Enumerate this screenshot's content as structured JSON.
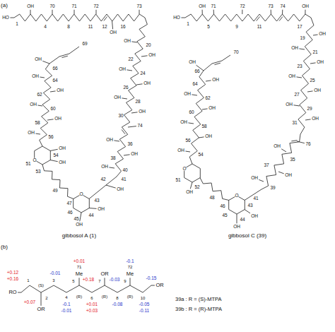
{
  "diagram": {
    "labels": [
      "(a)",
      "HO",
      "1",
      "OH",
      "4",
      "70",
      "8",
      "71",
      "11",
      "72",
      "12",
      "OH",
      "16",
      "73",
      "OH",
      "20",
      "OH",
      "22",
      "OH",
      "24",
      "OH",
      "26",
      "OH",
      "28",
      "OH",
      "30",
      "74",
      "OH",
      "36",
      "OH",
      "38",
      "OH",
      "40",
      "41",
      "42",
      "OH",
      "O",
      "43",
      "44",
      "OH",
      "OH",
      "45",
      "46",
      "47",
      "49",
      "O",
      "51",
      "53",
      "OH",
      "54",
      "OH",
      "OH",
      "56",
      "OH",
      "58",
      "OH",
      "60",
      "OH",
      "62",
      "OH",
      "64",
      "66",
      "OH",
      "69",
      "gibbosol A (1)",
      "HO",
      "1",
      "OH",
      "5",
      "71",
      "9",
      "72",
      "11",
      "73",
      "74",
      "17",
      "OH",
      "OH",
      "19",
      "OH",
      "21",
      "OH",
      "23",
      "OH",
      "25",
      "OH",
      "27",
      "OH",
      "29",
      "OH",
      "31",
      "76",
      "OH",
      "35",
      "OH",
      "37",
      "OH",
      "39",
      "O",
      "41",
      "43",
      "OH",
      "44",
      "OH",
      "45",
      "46",
      "48",
      "O",
      "51",
      "OH",
      "52",
      "OH",
      "54",
      "OH",
      "56",
      "OH",
      "58",
      "OH",
      "60",
      "OH",
      "62",
      "OH",
      "64",
      "66",
      "OH",
      "70",
      "gibbosol C (39)",
      "(b)",
      "RO",
      "1",
      "+0.12",
      "+0.16",
      "+0.07",
      "(S)",
      "2",
      "OR",
      "3",
      "-0.01",
      "4",
      "-0.1",
      "-0.01",
      "5",
      "(R)",
      "Me",
      "71",
      "+0.01",
      "+0.18",
      "6",
      "+0.01",
      "+0.03",
      "7",
      "OR",
      "(R)",
      "-0.03",
      "8",
      "-0.08",
      "9",
      "Me",
      "72",
      "-0.1",
      "(R)",
      "10",
      "-0.15",
      "-0.05",
      "-0.11",
      "OR",
      "39a : R = (S)-MTPA",
      "39b : R = (R)-MTPA"
    ]
  }
}
